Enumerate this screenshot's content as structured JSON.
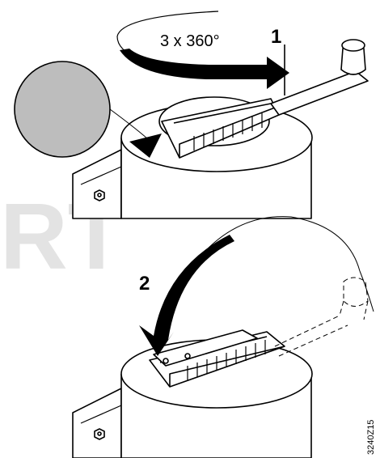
{
  "rotation_label": "3 x 360°",
  "step1": "1",
  "step2": "2",
  "watermark": "RT",
  "figure_code": "3240Z15",
  "colors": {
    "line": "#000000",
    "detail_fill": "#bdbdbd",
    "watermark": "#e3e3e3",
    "body": "#ffffff"
  }
}
